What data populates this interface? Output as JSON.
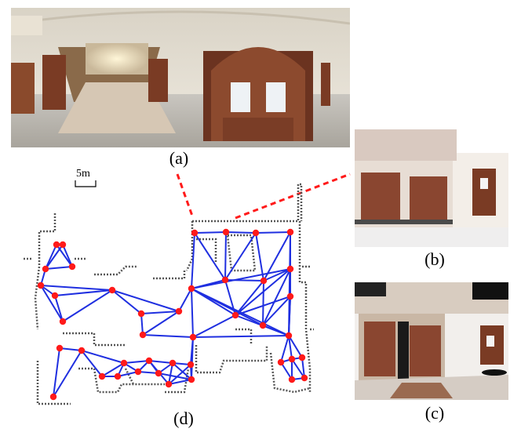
{
  "captions": {
    "a": "(a)",
    "b": "(b)",
    "c": "(c)",
    "d": "(d)"
  },
  "scale_bar": {
    "label": "5m"
  },
  "colors": {
    "edge": "#1f2fe0",
    "node": "#ff1a1a",
    "wall_points": "#555555",
    "callout": "#ff1a1a"
  }
}
